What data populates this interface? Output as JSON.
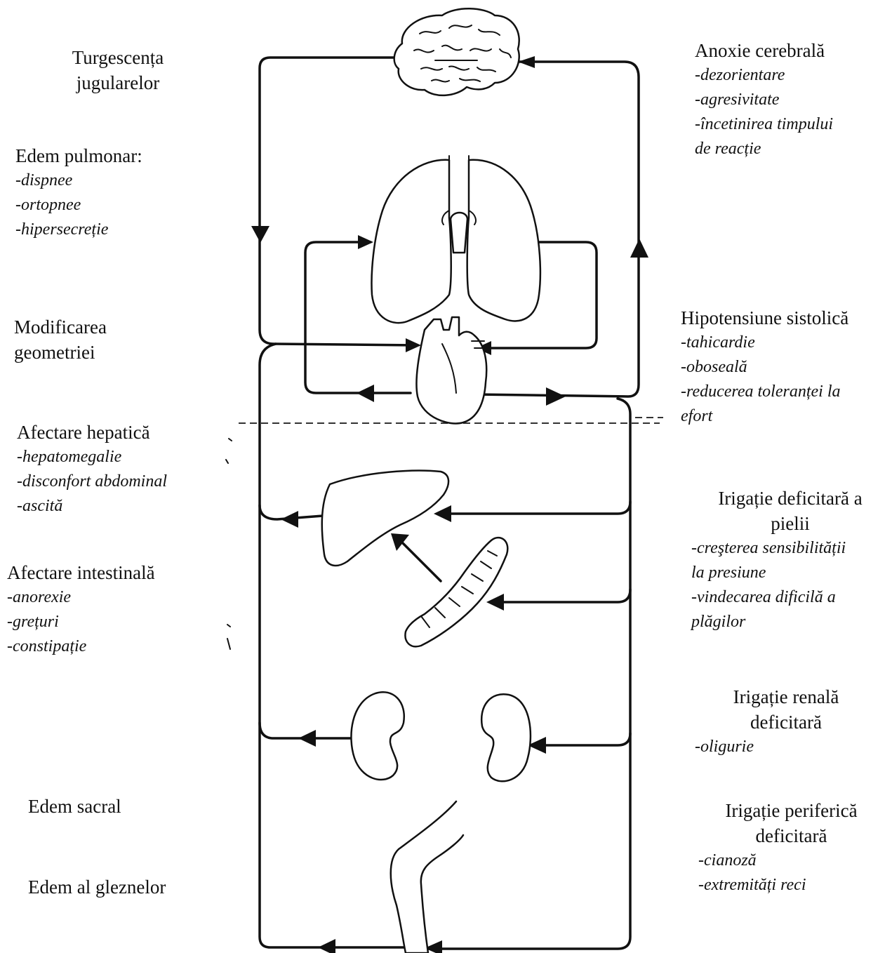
{
  "left": {
    "jugular": {
      "title": "Turgescența jugularelor"
    },
    "pulmonary": {
      "title": "Edem pulmonar:",
      "items": [
        "-dispnee",
        "-ortopnee",
        "-hipersecreție"
      ]
    },
    "geometry": {
      "title": "Modificarea geometriei"
    },
    "hepatic": {
      "title": "Afectare hepatică",
      "items": [
        "-hepatomegalie",
        "-disconfort abdominal",
        "-ascită"
      ]
    },
    "intestinal": {
      "title": "Afectare intestinală",
      "items": [
        "-anorexie",
        "-grețuri",
        "-constipație"
      ]
    },
    "sacral": {
      "title": "Edem sacral"
    },
    "ankle": {
      "title": "Edem al gleznelor"
    }
  },
  "right": {
    "cerebral": {
      "title": "Anoxie cerebrală",
      "items": [
        "-dezorientare",
        "-agresivitate",
        "-încetinirea timpului",
        "de reacție"
      ]
    },
    "hypotension": {
      "title": "Hipotensiune sistolică",
      "items": [
        "-tahicardie",
        "-oboseală",
        "-reducerea toleranței la",
        "efort"
      ]
    },
    "skin": {
      "title1": "Irigație deficitară a",
      "title2": "pielii",
      "items": [
        "-creşterea sensibilității",
        "la presiune",
        "-vindecarea dificilă a",
        "plăgilor"
      ]
    },
    "renal": {
      "title1": "Irigație renală",
      "title2": "deficitară",
      "items": [
        "-oligurie"
      ]
    },
    "peripheral": {
      "title1": "Irigație periferică",
      "title2": "deficitară",
      "items": [
        "-cianoză",
        "-extremități reci"
      ]
    }
  }
}
